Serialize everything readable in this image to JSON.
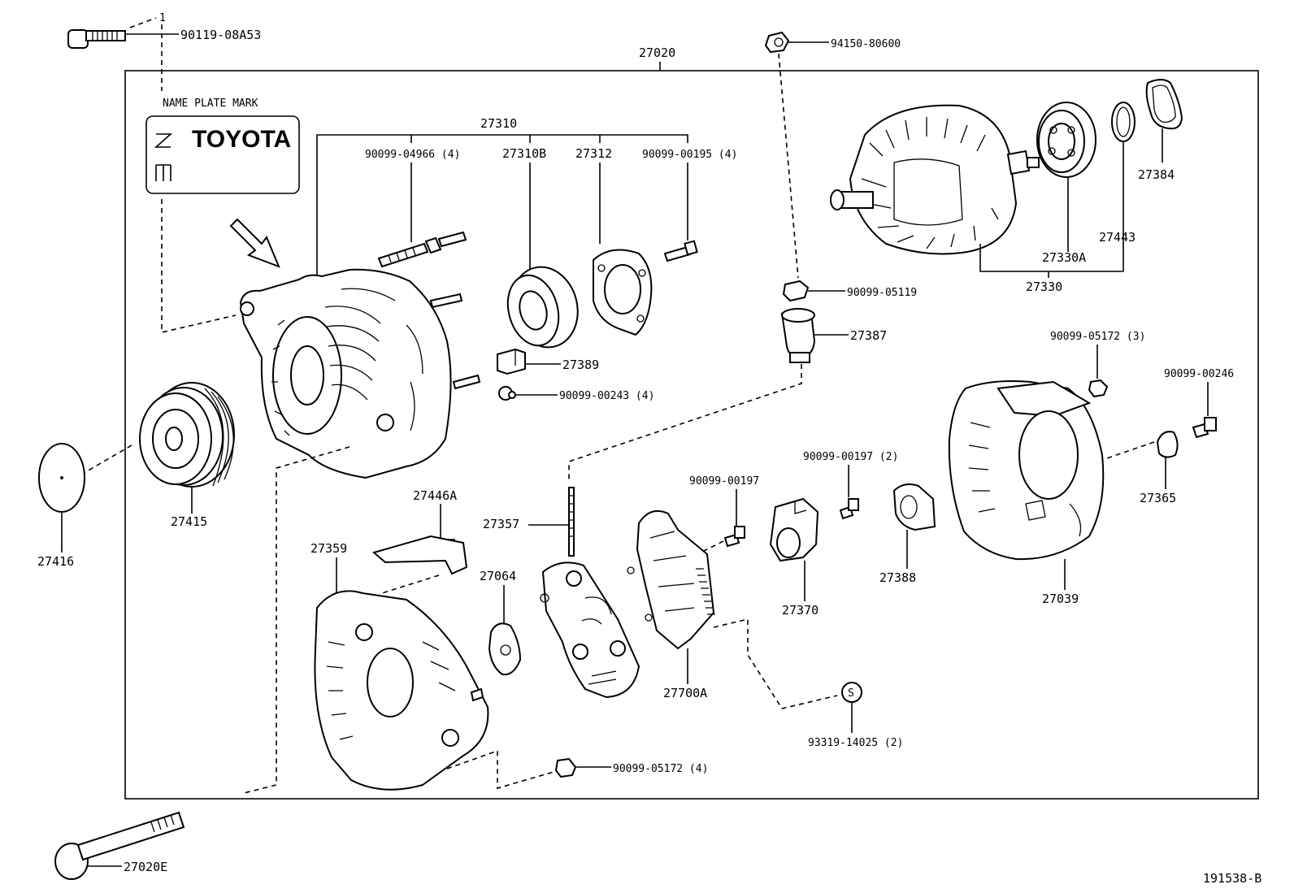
{
  "diagram_id": "191538-B",
  "name_plate": {
    "caption": "NAME PLATE MARK",
    "brand": "TOYOTA",
    "index": "1"
  },
  "labels": {
    "p27020": "27020",
    "p90119": "90119-08A53",
    "p94150": "94150-80600",
    "p27310": "27310",
    "p90099_04966": "90099-04966 (4)",
    "p27310B": "27310B",
    "p27312": "27312",
    "p90099_00195": "90099-00195 (4)",
    "p27384": "27384",
    "p27443": "27443",
    "p27330A": "27330A",
    "p27330": "27330",
    "p90099_05119": "90099-05119",
    "p27387": "27387",
    "p27389": "27389",
    "p90099_00243": "90099-00243 (4)",
    "p90099_05172_3": "90099-05172 (3)",
    "p90099_00246": "90099-00246",
    "p27365": "27365",
    "p27039": "27039",
    "p90099_00197_2": "90099-00197 (2)",
    "p90099_00197": "90099-00197",
    "p27388": "27388",
    "p27370": "27370",
    "p27357": "27357",
    "p27064": "27064",
    "p27446A": "27446A",
    "p27359": "27359",
    "p27700A": "27700A",
    "p93319": "93319-14025 (2)",
    "p90099_05172_4": "90099-05172 (4)",
    "p27415": "27415",
    "p27416": "27416",
    "p27020E": "27020E",
    "s_mark": "S"
  }
}
